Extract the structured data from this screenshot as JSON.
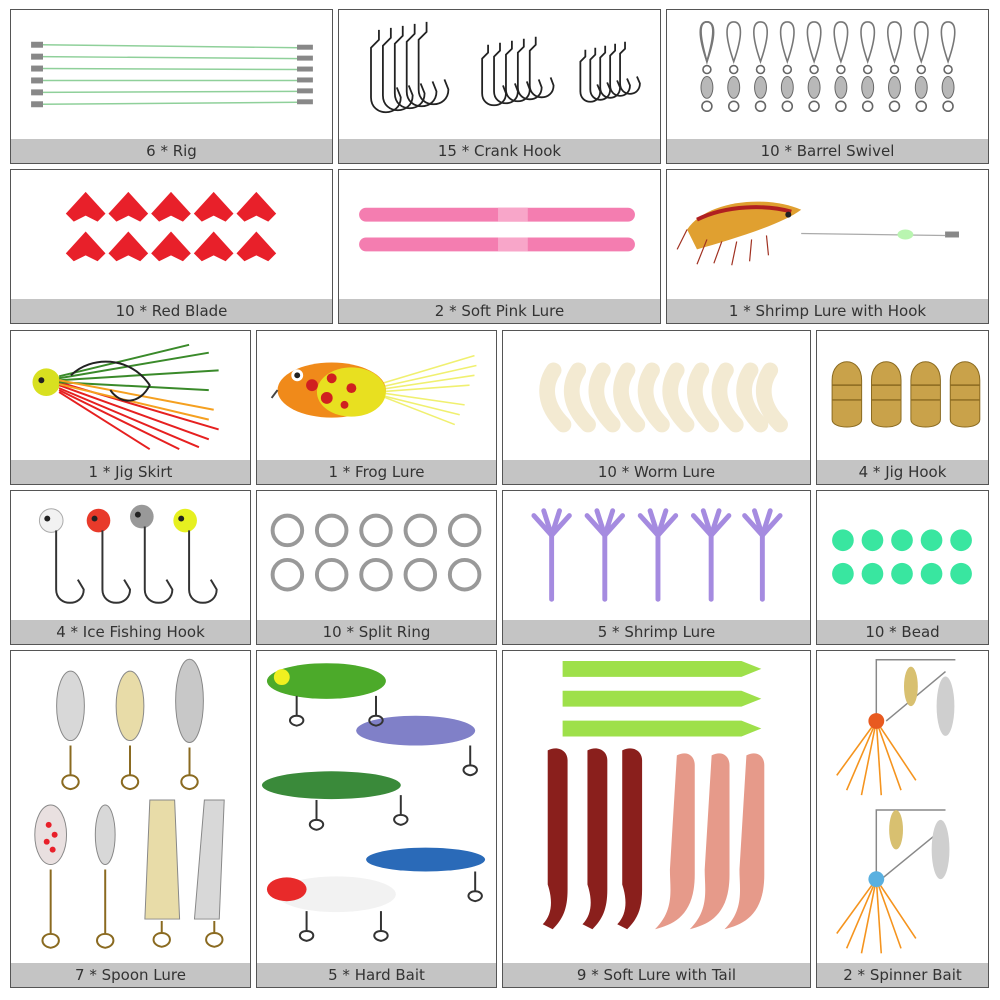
{
  "products": {
    "rig": "6 * Rig",
    "crank_hook": "15 * Crank Hook",
    "barrel_swivel": "10 * Barrel Swivel",
    "red_blade": "10 * Red Blade",
    "soft_pink_lure": "2 * Soft Pink Lure",
    "shrimp_lure_hook": "1 * Shrimp Lure with Hook",
    "jig_skirt": "1 * Jig Skirt",
    "frog_lure": "1 * Frog Lure",
    "worm_lure": "10 * Worm Lure",
    "jig_hook": "4 * Jig Hook",
    "ice_fishing_hook": "4 * Ice Fishing Hook",
    "split_ring": "10 * Split Ring",
    "shrimp_lure": "5 * Shrimp Lure",
    "bead": "10 * Bead",
    "spoon_lure": "7 * Spoon Lure",
    "hard_bait": "5 * Hard Bait",
    "soft_lure_tail": "9 * Soft Lure with Tail",
    "spinner_bait": "2 * Spinner Bait"
  },
  "colors": {
    "caption_bg": "#c4c4c4",
    "red_blade": "#e8202a",
    "pink_lure": "#f47db0",
    "worm": "#f3ead2",
    "brass": "#c9a24a",
    "purple": "#a58be0",
    "bead": "#39e6a0",
    "green_soft": "#9ee04a",
    "dark_red_soft": "#8a1f1c"
  }
}
